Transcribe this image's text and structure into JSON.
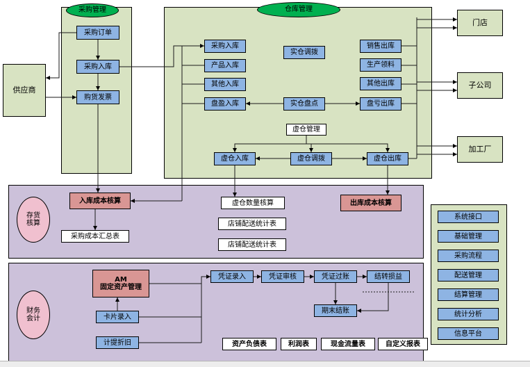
{
  "purchase": {
    "title": "采购管理",
    "order": "采购订单",
    "receipt": "采购入库",
    "invoice": "购货发票"
  },
  "supplier": {
    "label": "供应商"
  },
  "warehouse": {
    "title": "仓库管理",
    "in_items": [
      "采购入库",
      "产品入库",
      "其他入库",
      "盘盈入库"
    ],
    "transfer": "实仓调拨",
    "stocktake": "实仓盘点",
    "out_items": [
      "销售出库",
      "生产领料",
      "其他出库",
      "盘亏出库"
    ],
    "virtual_mgmt": "虚仓管理",
    "virtual_items": [
      "虚仓入库",
      "虚仓调拨",
      "虚仓出库"
    ]
  },
  "external": {
    "store": "门店",
    "subsidiary": "子公司",
    "factory": "加工厂"
  },
  "inventory": {
    "title_line1": "存货",
    "title_line2": "核算",
    "in_cost": "入库成本核算",
    "out_cost": "出库成本核算",
    "purchase_summary": "采购成本汇总表",
    "virtual_qty": "虚仓数量核算",
    "store_stats_1": "店铺配送统计表",
    "store_stats_2": "店铺配送统计表"
  },
  "finance": {
    "title_line1": "财务",
    "title_line2": "会计",
    "am_line1": "AM",
    "am_line2": "固定资产管理",
    "card_entry": "卡片录入",
    "depreciation": "计提折旧",
    "voucher_entry": "凭证录入",
    "voucher_audit": "凭证审核",
    "voucher_post": "凭证过账",
    "profit_transfer": "结转损益",
    "period_close": "期末结账",
    "reports": [
      "资产负债表",
      "利润表",
      "现金流量表",
      "自定义报表"
    ]
  },
  "modules": {
    "items": [
      "系统接口",
      "基础管理",
      "采购流程",
      "配送管理",
      "结算管理",
      "统计分析",
      "信息平台"
    ]
  },
  "colors": {
    "panel_green": "#d8e3c2",
    "panel_purple": "#ccc1da",
    "node_blue": "#8eb4e3",
    "node_red": "#d99694",
    "ellipse_green": "#00b050",
    "ellipse_pink": "#f0c0cf"
  }
}
